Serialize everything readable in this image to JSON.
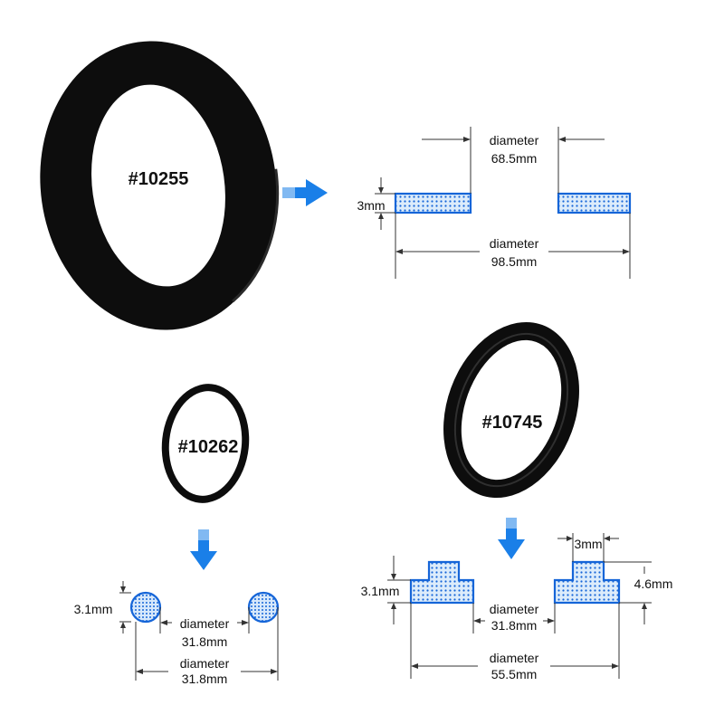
{
  "colors": {
    "ring": "#0d0d0d",
    "ring_highlight": "#2a2a2a",
    "section_stroke": "#1565d8",
    "section_fill": "#dcecfb",
    "dots": "#1565d8",
    "arrow": "#1a7fe8",
    "background": "#ffffff"
  },
  "gaskets": [
    {
      "part": "#10255",
      "section_shape": "flat rectangle",
      "dimensions": [
        {
          "label": "3mm"
        },
        {
          "label": "diameter",
          "value": "68.5mm"
        },
        {
          "label": "diameter",
          "value": "98.5mm"
        }
      ]
    },
    {
      "part": "#10262",
      "section_shape": "round o-ring",
      "dimensions": [
        {
          "label": "3.1mm"
        },
        {
          "label": "diameter",
          "value": "31.8mm"
        },
        {
          "label": "diameter",
          "value": "31.8mm"
        }
      ]
    },
    {
      "part": "#10745",
      "section_shape": "stepped t-profile",
      "dimensions": [
        {
          "label": "3mm"
        },
        {
          "label": "3.1mm"
        },
        {
          "label": "4.6mm"
        },
        {
          "label": "diameter",
          "value": "31.8mm"
        },
        {
          "label": "diameter",
          "value": "55.5mm"
        }
      ]
    }
  ],
  "icons": {
    "arrow_right": "arrow-right-icon",
    "arrow_down": "arrow-down-icon"
  }
}
